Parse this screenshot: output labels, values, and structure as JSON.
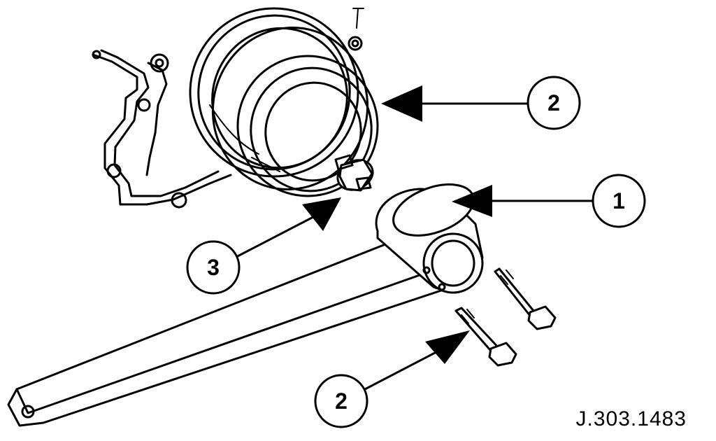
{
  "figure": {
    "reference_code": "J.303.1483",
    "callouts": [
      {
        "id": "callout-1",
        "label": "1"
      },
      {
        "id": "callout-2-pulley",
        "label": "2"
      },
      {
        "id": "callout-3",
        "label": "3"
      },
      {
        "id": "callout-2-bolts",
        "label": "2"
      }
    ]
  },
  "parts": [
    {
      "name": "engine-cover",
      "icon": "gasket-outline"
    },
    {
      "name": "crankshaft-pulley",
      "icon": "pulley"
    },
    {
      "name": "crankshaft-bolt",
      "icon": "hex-bolt"
    },
    {
      "name": "pulley-holding-tool",
      "icon": "wrench-bar"
    },
    {
      "name": "tool-bolt-upper",
      "icon": "hex-bolt"
    },
    {
      "name": "tool-bolt-lower",
      "icon": "hex-bolt"
    }
  ],
  "colors": {
    "ink": "#000000",
    "paper": "#ffffff"
  }
}
